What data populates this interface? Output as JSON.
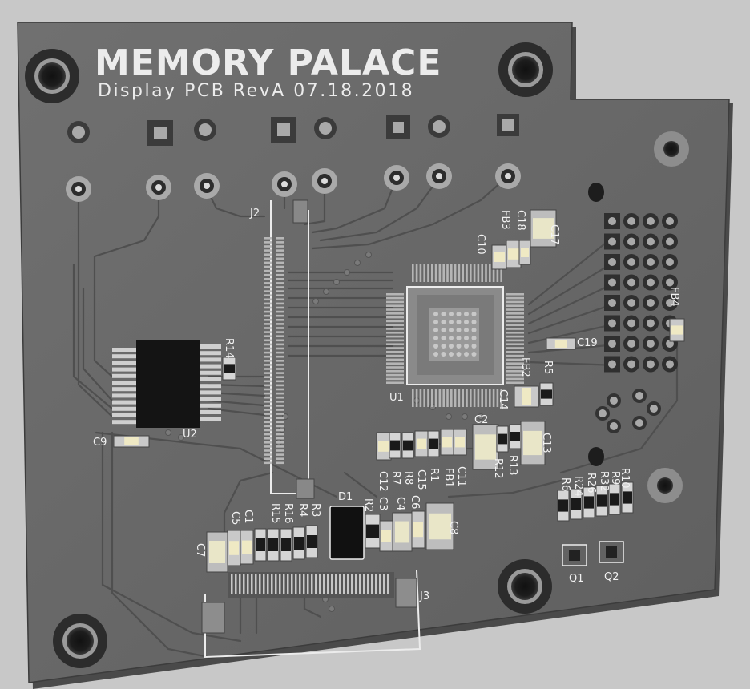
{
  "board": {
    "title": "MEMORY PALACE",
    "subtitle": "Display PCB RevA 07.18.2018"
  },
  "components": {
    "j2": "J2",
    "j3": "J3",
    "u1": "U1",
    "u2": "U2",
    "d1": "D1",
    "q1": "Q1",
    "q2": "Q2",
    "r14": "R14",
    "c9": "C9",
    "c10": "C10",
    "fb3": "FB3",
    "c18": "C18",
    "c17": "C17",
    "fb4": "FB4",
    "c19": "C19",
    "fb2": "FB2",
    "r5": "R5",
    "c14": "C14",
    "c2": "C2",
    "c13": "C13",
    "c12": "C12",
    "r8": "R8",
    "r7": "R7",
    "c15": "C15",
    "r1": "R1",
    "fb1": "FB1",
    "c11": "C11",
    "r12": "R12",
    "r13": "R13",
    "r6": "R6",
    "r24": "R24",
    "r26": "R26",
    "r32": "R32",
    "r9": "R9",
    "r10": "R10",
    "c7": "C7",
    "c5": "C5",
    "c1": "C1",
    "r15": "R15",
    "r16": "R16",
    "r4": "R4",
    "r3": "R3",
    "r2": "R2",
    "c3": "C3",
    "c4": "C4",
    "c6": "C6",
    "c8": "C8"
  }
}
